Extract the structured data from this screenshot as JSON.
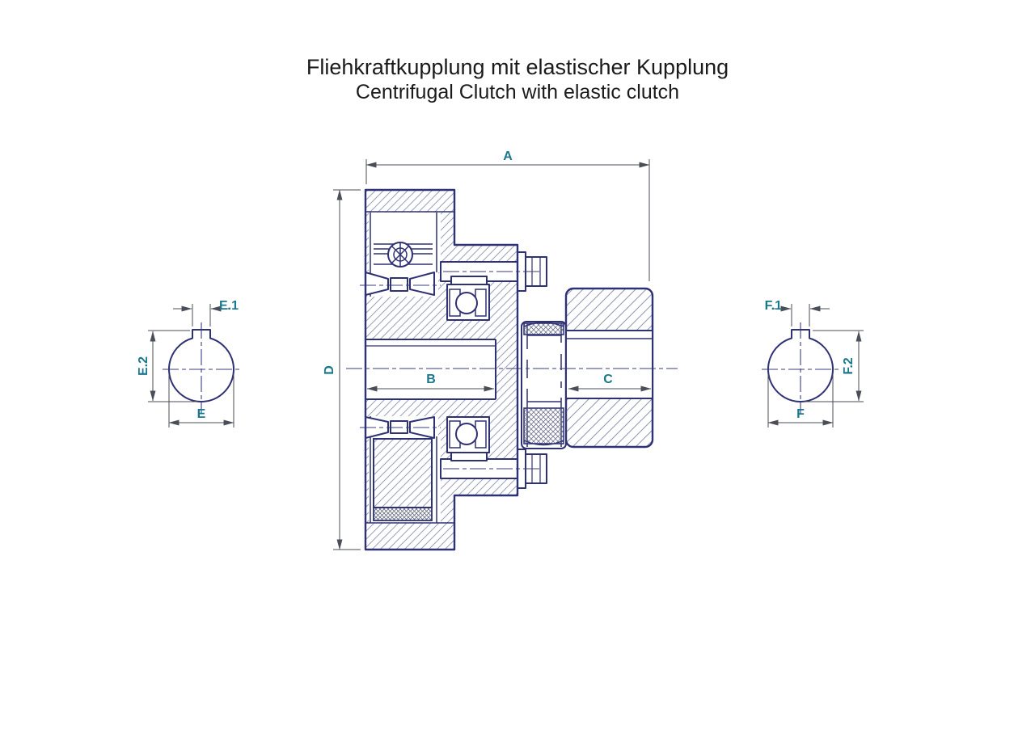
{
  "title": {
    "line1": "Fliehkraftkupplung mit elastischer Kupplung",
    "line2": "Centrifugal Clutch with elastic clutch"
  },
  "main_view": {
    "dim_overall_length": "A",
    "dim_left_bore_length": "B",
    "dim_right_bore_length": "C",
    "dim_outer_diameter": "D"
  },
  "left_shaft_view": {
    "dim_bore_diameter": "E",
    "dim_keyway_width": "E.1",
    "dim_keyway_depth": "E.2"
  },
  "right_shaft_view": {
    "dim_bore_diameter": "F",
    "dim_keyway_width": "F.1",
    "dim_keyway_depth": "F.2"
  },
  "colors": {
    "background": "#ffffff",
    "outline_navy": "#2e3174",
    "hatch_line": "#9aa1ba",
    "crosshatch_line": "#757b90",
    "dimension_line": "#4a4e58",
    "dimension_text": "#19788e",
    "title_text": "#1b1b1b"
  }
}
